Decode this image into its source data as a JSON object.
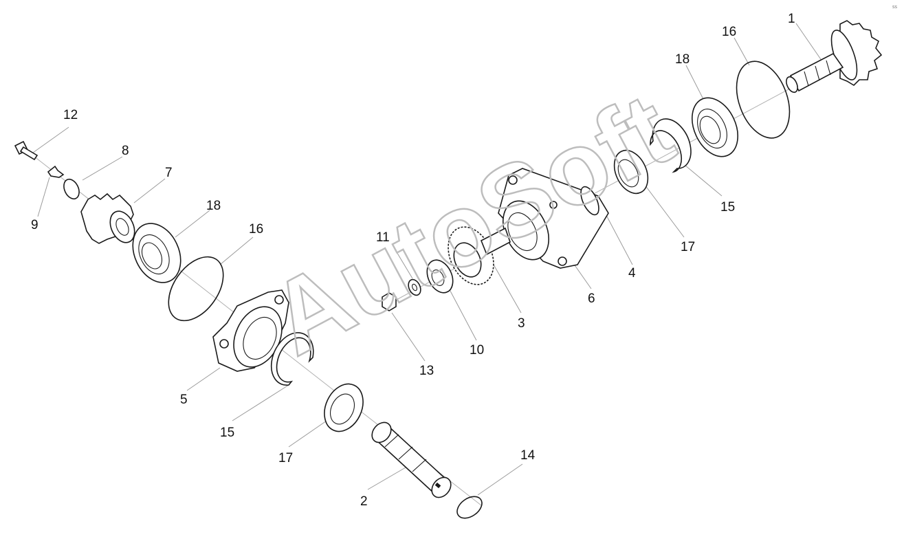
{
  "diagram": {
    "type": "exploded-parts-view",
    "watermark": "AutoSoft",
    "corner_mark": "ss",
    "labels": {
      "p1": "1",
      "p2": "2",
      "p3": "3",
      "p4": "4",
      "p5": "5",
      "p6": "6",
      "p7": "7",
      "p8": "8",
      "p9": "9",
      "p10": "10",
      "p11": "11",
      "p12": "12",
      "p13": "13",
      "p14": "14",
      "p15a": "15",
      "p15b": "15",
      "p16a": "16",
      "p16b": "16",
      "p17a": "17",
      "p17b": "17",
      "p18a": "18",
      "p18b": "18"
    }
  }
}
